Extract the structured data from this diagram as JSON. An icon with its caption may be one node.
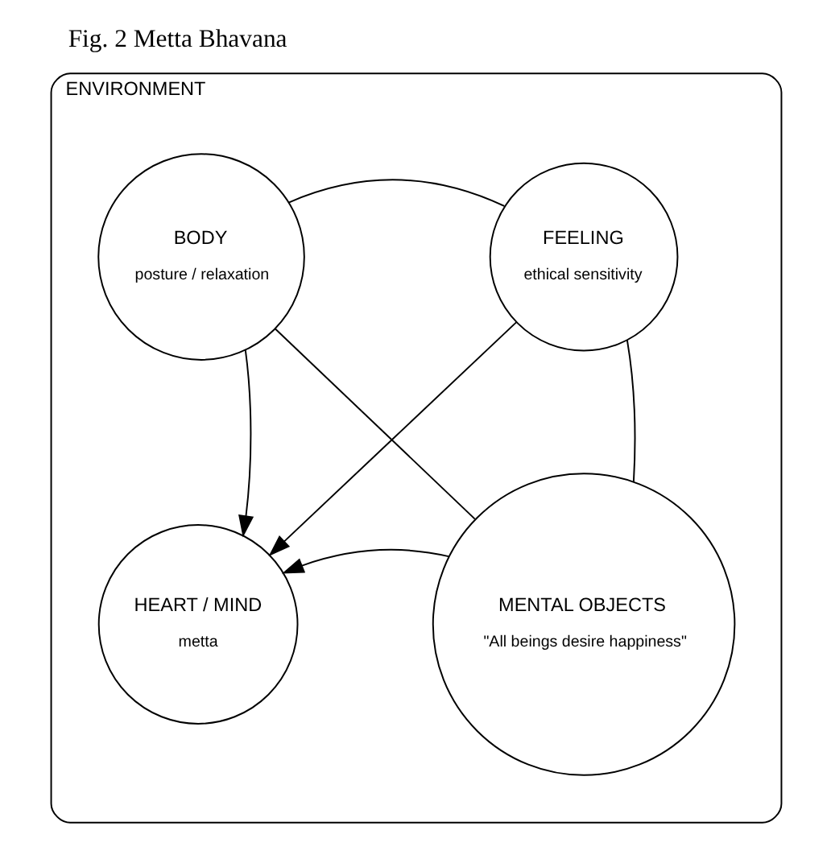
{
  "diagram": {
    "title": "Fig. 2 Metta Bhavana",
    "nodes": [
      {
        "text": [
          "ENVIRONMENT"
        ]
      },
      {
        "text": [
          "BODY",
          "posture / relaxation"
        ],
        "in": 0
      },
      {
        "text": [
          "FEELING",
          "ethical sensitivity"
        ],
        "in": 0
      },
      {
        "text": [
          "HEART / MIND",
          "metta"
        ],
        "in": 0
      },
      {
        "text": [
          "MENTAL OBJECTS",
          "\"All beings desire happiness\""
        ],
        "in": 0
      }
    ],
    "edges": [
      {
        "from": 1,
        "to": 2,
        "arrow": "none"
      },
      {
        "from": 1,
        "to": 3,
        "arrow": "to"
      },
      {
        "from": 2,
        "to": 3,
        "arrow": "to"
      },
      {
        "from": 1,
        "to": 4,
        "arrow": "none"
      },
      {
        "from": 2,
        "to": 4,
        "arrow": "none"
      },
      {
        "from": 4,
        "to": 3,
        "arrow": "to"
      }
    ]
  }
}
